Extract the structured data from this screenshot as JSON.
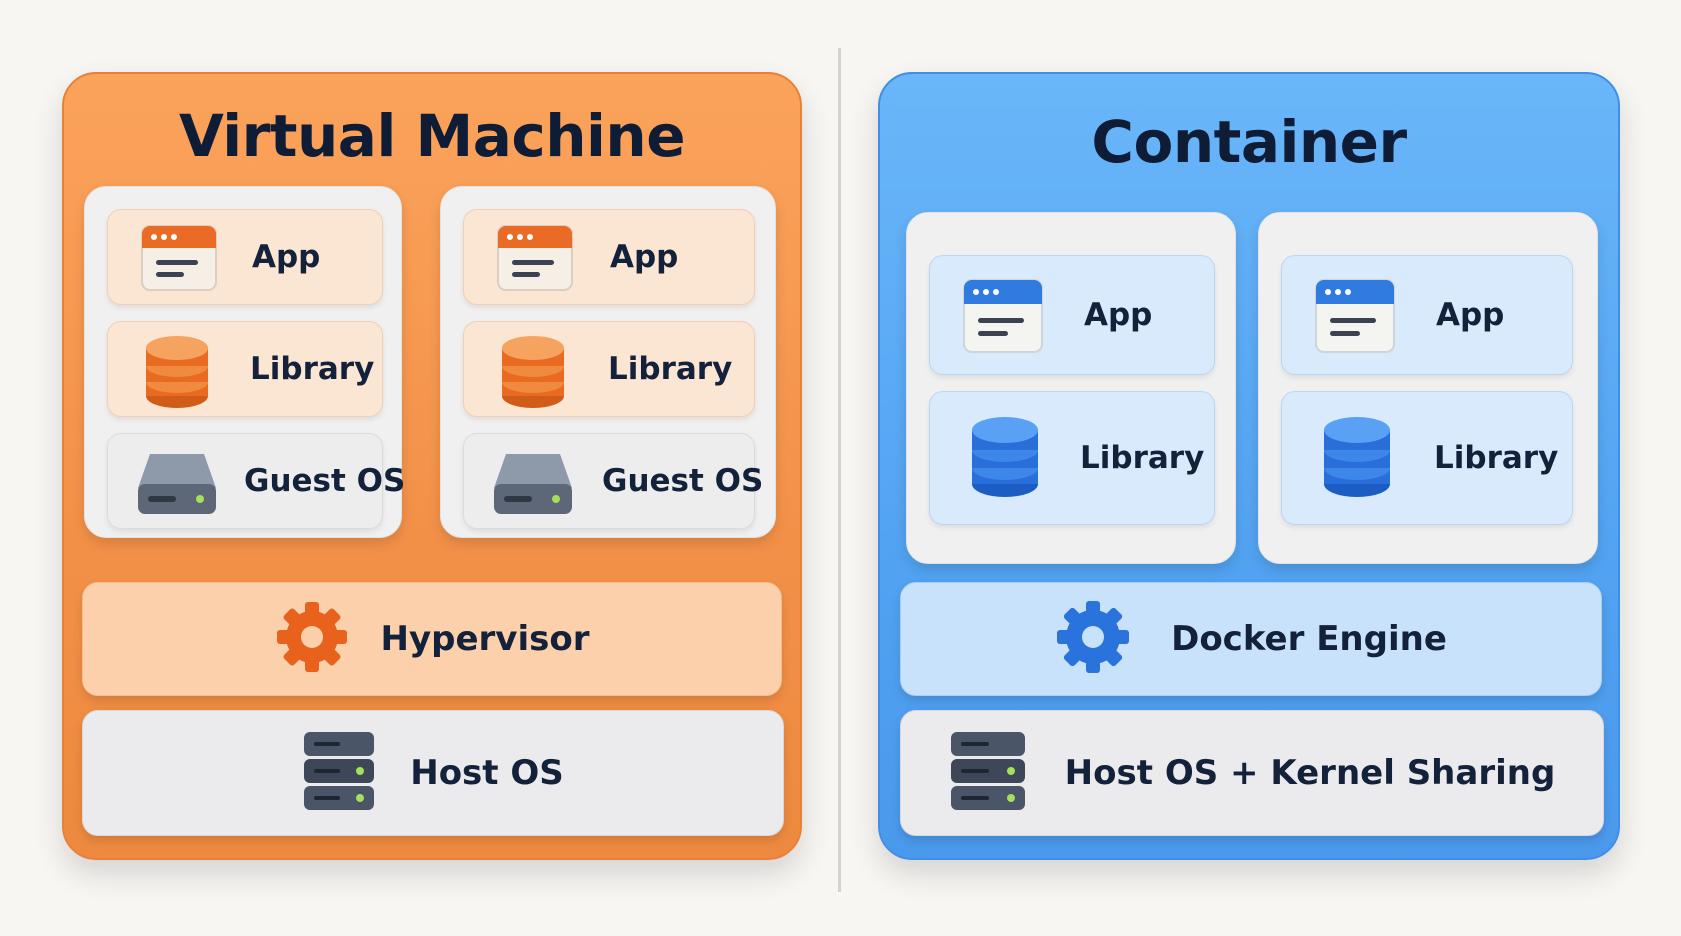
{
  "vm": {
    "title": "Virtual Machine",
    "instances": [
      {
        "app": "App",
        "library": "Library",
        "guest_os": "Guest OS"
      },
      {
        "app": "App",
        "library": "Library",
        "guest_os": "Guest OS"
      }
    ],
    "hypervisor": "Hypervisor",
    "host_os": "Host OS",
    "accent": "#f39048"
  },
  "container": {
    "title": "Container",
    "instances": [
      {
        "app": "App",
        "library": "Library"
      },
      {
        "app": "App",
        "library": "Library"
      }
    ],
    "engine": "Docker Engine",
    "host_os": "Host OS + Kernel Sharing",
    "accent": "#52a3f2"
  },
  "icons": [
    "app-window-icon",
    "database-icon",
    "drive-icon",
    "gear-icon",
    "server-icon"
  ]
}
